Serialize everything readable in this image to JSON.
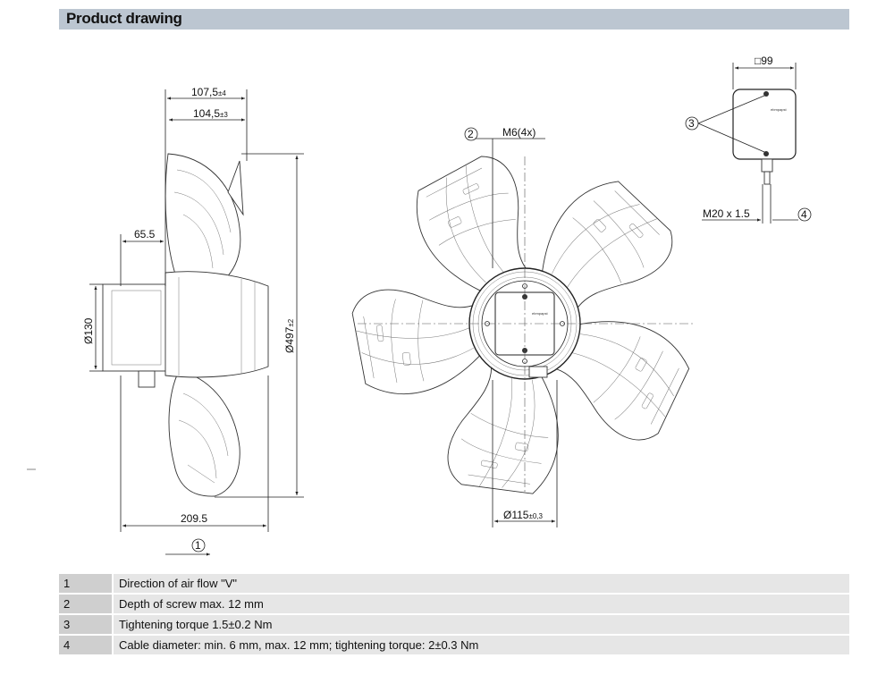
{
  "header": {
    "title": "Product drawing"
  },
  "dimensions": {
    "d107": "107,5",
    "d107_tol": "±4",
    "d104": "104,5",
    "d104_tol": "±3",
    "d65": "65.5",
    "d130": "Ø130",
    "d497": "Ø497",
    "d497_tol": "±2",
    "d209": "209.5",
    "m6": "M6(4x)",
    "d115": "Ø115",
    "d115_tol": "±0,3",
    "sq99": "□99",
    "m20": "M20 x 1.5"
  },
  "callouts": [
    "1",
    "2",
    "3",
    "4"
  ],
  "brand_mark": "ebmpapst",
  "notes": [
    {
      "num": "1",
      "text": "Direction of air flow \"V\""
    },
    {
      "num": "2",
      "text": "Depth of screw max. 12 mm"
    },
    {
      "num": "3",
      "text": "Tightening torque 1.5±0.2 Nm"
    },
    {
      "num": "4",
      "text": "Cable diameter: min. 6 mm, max. 12 mm; tightening torque: 2±0.3 Nm"
    }
  ]
}
